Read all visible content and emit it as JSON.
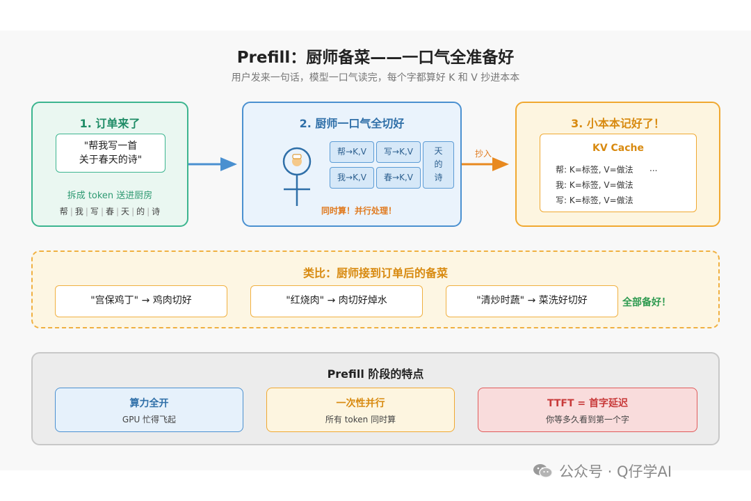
{
  "header": {
    "title": "Prefill：厨师备菜——一口气全准备好",
    "subtitle": "用户发来一句话，模型一口气读完，每个字都算好 K 和 V 抄进本本"
  },
  "step1": {
    "title": "1. 订单来了",
    "order_line1": "\"帮我写一首",
    "order_line2": "关于春天的诗\"",
    "split_label": "拆成 token 送进厨房",
    "tokens": [
      "帮",
      "我",
      "写",
      "春",
      "天",
      "的",
      "诗"
    ]
  },
  "step2": {
    "title": "2. 厨师一口气全切好",
    "kv_cells": [
      "帮→K,V",
      "写→K,V",
      "我→K,V",
      "春→K,V"
    ],
    "tall_cell": [
      "天",
      "的",
      "诗"
    ],
    "parallel_label": "同时算！并行处理！"
  },
  "copy_label": "抄入",
  "step3": {
    "title": "3. 小本本记好了！",
    "cache_title": "KV Cache",
    "lines": [
      "帮: K=标签, V=做法",
      "我: K=标签, V=做法",
      "写: K=标签, V=做法"
    ],
    "ellipsis": "..."
  },
  "analogy": {
    "title": "类比：厨师接到订单后的备菜",
    "dishes": [
      "\"宫保鸡丁\" → 鸡肉切好",
      "\"红烧肉\" → 肉切好焯水",
      "\"清炒时蔬\" → 菜洗好切好"
    ],
    "all_ready": "全部备好！"
  },
  "features": {
    "title": "Prefill 阶段的特点",
    "items": [
      {
        "title": "算力全开",
        "sub": "GPU 忙得飞起"
      },
      {
        "title": "一次性并行",
        "sub": "所有 token 同时算"
      },
      {
        "title": "TTFT = 首字延迟",
        "sub": "你等多久看到第一个字"
      }
    ]
  },
  "watermark": "公众号 · Q仔学AI",
  "colors": {
    "green": "#3cb58f",
    "blue": "#4a90d0",
    "orange": "#f0a830",
    "red": "#e05a5a"
  }
}
